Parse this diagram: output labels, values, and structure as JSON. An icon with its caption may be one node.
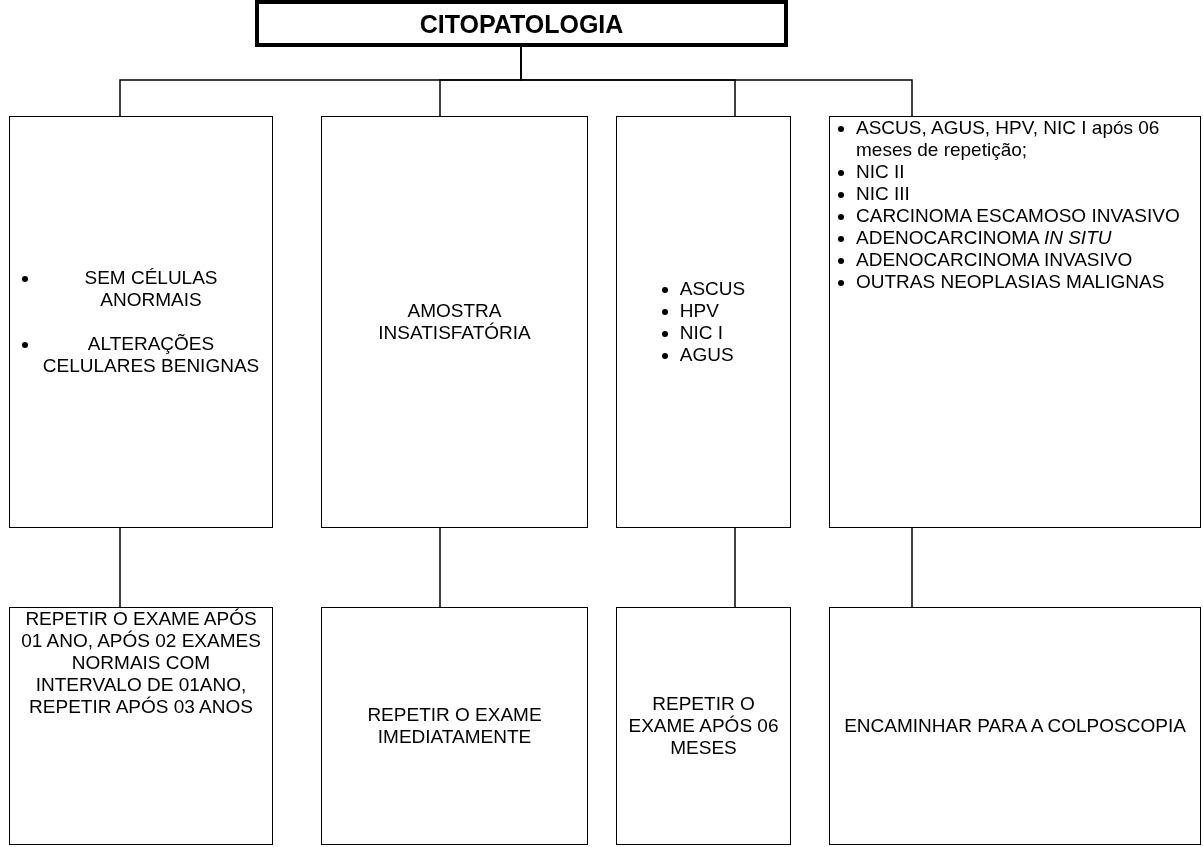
{
  "diagram": {
    "nodes": [
      {
        "text": [
          "CITOPATOLOGIA"
        ]
      },
      {
        "text": [
          "SEM CÉLULAS ANORMAIS",
          "ALTERAÇÕES CELULARES BENIGNAS"
        ]
      },
      {
        "text": [
          "AMOSTRA INSATISFATÓRIA"
        ]
      },
      {
        "text": [
          "ASCUS",
          "HPV",
          "NIC I",
          "AGUS"
        ]
      },
      {
        "text": [
          "ASCUS, AGUS, HPV, NIC I após 06 meses de repetição;",
          "NIC II",
          "NIC III",
          "CARCINOMA ESCAMOSO INVASIVO",
          "ADENOCARCINOMA *IN SITU*",
          "ADENOCARCINOMA INVASIVO",
          "OUTRAS NEOPLASIAS MALIGNAS"
        ]
      },
      {
        "text": [
          "REPETIR O EXAME APÓS 01 ANO, APÓS 02 EXAMES NORMAIS COM INTERVALO DE 01ANO, REPETIR APÓS 03 ANOS"
        ]
      },
      {
        "text": [
          "REPETIR O EXAME IMEDIATAMENTE"
        ]
      },
      {
        "text": [
          "REPETIR O EXAME APÓS 06 MESES"
        ]
      },
      {
        "text": [
          "ENCAMINHAR PARA A COLPOSCOPIA"
        ]
      }
    ],
    "edges": [
      {
        "from": 0,
        "to": 1,
        "arrow": "none"
      },
      {
        "from": 0,
        "to": 2,
        "arrow": "none"
      },
      {
        "from": 0,
        "to": 3,
        "arrow": "none"
      },
      {
        "from": 0,
        "to": 4,
        "arrow": "none"
      },
      {
        "from": 1,
        "to": 5,
        "arrow": "none"
      },
      {
        "from": 2,
        "to": 6,
        "arrow": "none"
      },
      {
        "from": 3,
        "to": 7,
        "arrow": "none"
      },
      {
        "from": 4,
        "to": 8,
        "arrow": "none"
      }
    ]
  }
}
